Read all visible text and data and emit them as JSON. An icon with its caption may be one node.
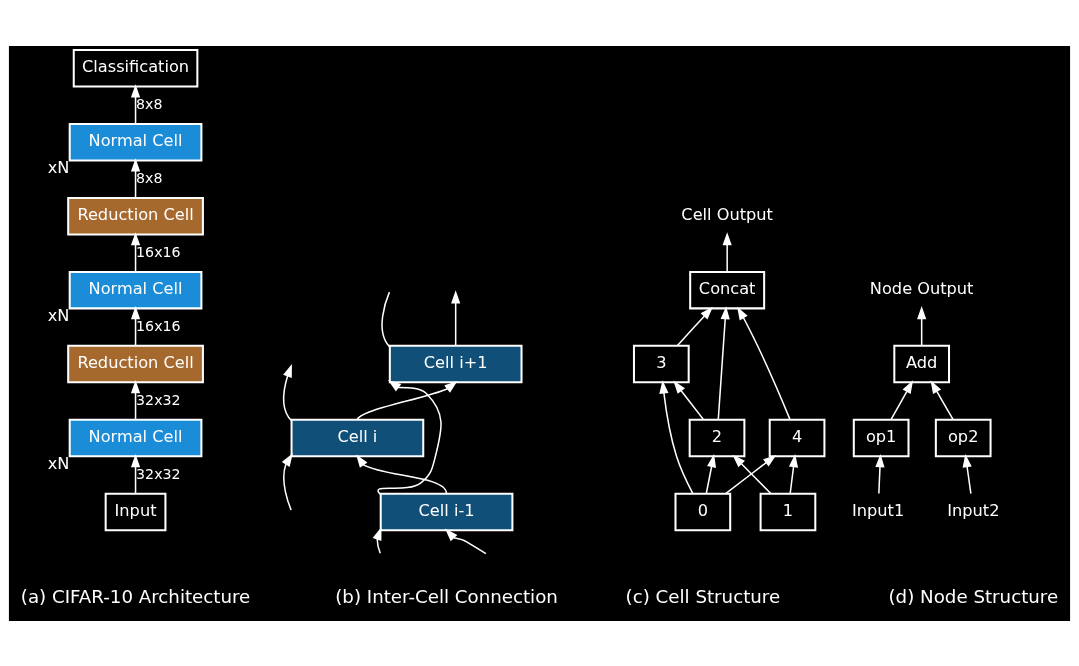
{
  "diagram": {
    "nodes": [
      {
        "text": [
          "Classification"
        ]
      },
      {
        "text": [
          "Normal Cell"
        ],
        "beside": [
          "xN"
        ]
      },
      {
        "text": [
          "Reduction Cell"
        ]
      },
      {
        "text": [
          "Normal Cell"
        ],
        "beside": [
          "xN"
        ]
      },
      {
        "text": [
          "Reduction Cell"
        ]
      },
      {
        "text": [
          "Normal Cell"
        ],
        "beside": [
          "xN"
        ]
      },
      {
        "text": [
          "Input"
        ]
      },
      {
        "text": [
          "Cell i+1"
        ]
      },
      {
        "text": [
          "Cell i"
        ]
      },
      {
        "text": [
          "Cell i-1"
        ]
      },
      {
        "text": [
          "Cell Output"
        ]
      },
      {
        "text": [
          "Concat"
        ]
      },
      {
        "text": [
          "4"
        ]
      },
      {
        "text": [
          "3"
        ]
      },
      {
        "text": [
          "2"
        ]
      },
      {
        "text": [
          "1"
        ]
      },
      {
        "text": [
          "0"
        ]
      },
      {
        "text": [
          "Node Output"
        ]
      },
      {
        "text": [
          "Add"
        ]
      },
      {
        "text": [
          "op1"
        ]
      },
      {
        "text": [
          "op2"
        ]
      },
      {
        "text": [
          "Input1"
        ]
      },
      {
        "text": [
          "Input2"
        ]
      }
    ],
    "edges": [
      {
        "from": 6,
        "to": 5,
        "arrow": "to",
        "label": "32x32"
      },
      {
        "from": 5,
        "to": 4,
        "arrow": "to",
        "label": "32x32"
      },
      {
        "from": 4,
        "to": 3,
        "arrow": "to",
        "label": "16x16"
      },
      {
        "from": 3,
        "to": 2,
        "arrow": "to",
        "label": "16x16"
      },
      {
        "from": 2,
        "to": 1,
        "arrow": "to",
        "label": "8x8"
      },
      {
        "from": 1,
        "to": 0,
        "arrow": "to",
        "label": "8x8"
      },
      {
        "from": 7,
        "to": null,
        "arrow": "none"
      },
      {
        "from": 7,
        "to": null,
        "arrow": "to"
      },
      {
        "from": 8,
        "to": null,
        "arrow": "to"
      },
      {
        "from": 9,
        "to": 7,
        "arrow": "to"
      },
      {
        "from": 8,
        "to": 7,
        "arrow": "to"
      },
      {
        "from": 9,
        "to": 8,
        "arrow": "to"
      },
      {
        "from": null,
        "to": 8,
        "arrow": "to"
      },
      {
        "from": null,
        "to": 9,
        "arrow": "to"
      },
      {
        "from": null,
        "to": 9,
        "arrow": "to"
      },
      {
        "from": 16,
        "to": 13,
        "arrow": "to"
      },
      {
        "from": 16,
        "to": 14,
        "arrow": "to"
      },
      {
        "from": 16,
        "to": 12,
        "arrow": "to"
      },
      {
        "from": 15,
        "to": 14,
        "arrow": "to"
      },
      {
        "from": 15,
        "to": 12,
        "arrow": "to"
      },
      {
        "from": 14,
        "to": 13,
        "arrow": "to"
      },
      {
        "from": 14,
        "to": 11,
        "arrow": "to"
      },
      {
        "from": 13,
        "to": 11,
        "arrow": "to"
      },
      {
        "from": 12,
        "to": 11,
        "arrow": "to"
      },
      {
        "from": 11,
        "to": 10,
        "arrow": "to"
      },
      {
        "from": 21,
        "to": 19,
        "arrow": "to"
      },
      {
        "from": 22,
        "to": 20,
        "arrow": "to"
      },
      {
        "from": 19,
        "to": 18,
        "arrow": "to"
      },
      {
        "from": 20,
        "to": 18,
        "arrow": "to"
      },
      {
        "from": 18,
        "to": 17,
        "arrow": "to"
      }
    ],
    "labels": [
      "(a) CIFAR-10 Architecture",
      "(b) Inter-Cell Connection",
      "(c) Cell Structure",
      "(d) Node Structure"
    ]
  }
}
